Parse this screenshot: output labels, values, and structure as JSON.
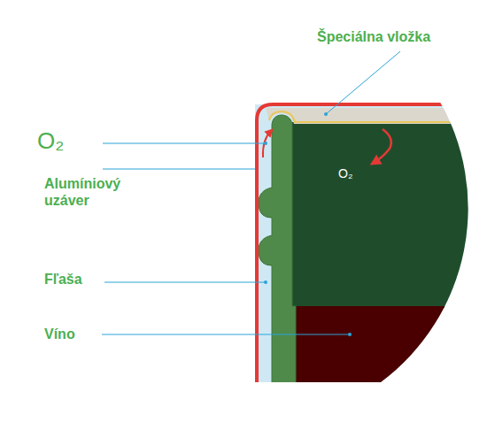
{
  "diagram": {
    "labels": [
      "Špeciálna vložka",
      "O₂",
      "Alumíniový uzáver",
      "Fľaša",
      "Víno",
      "O₂"
    ]
  }
}
